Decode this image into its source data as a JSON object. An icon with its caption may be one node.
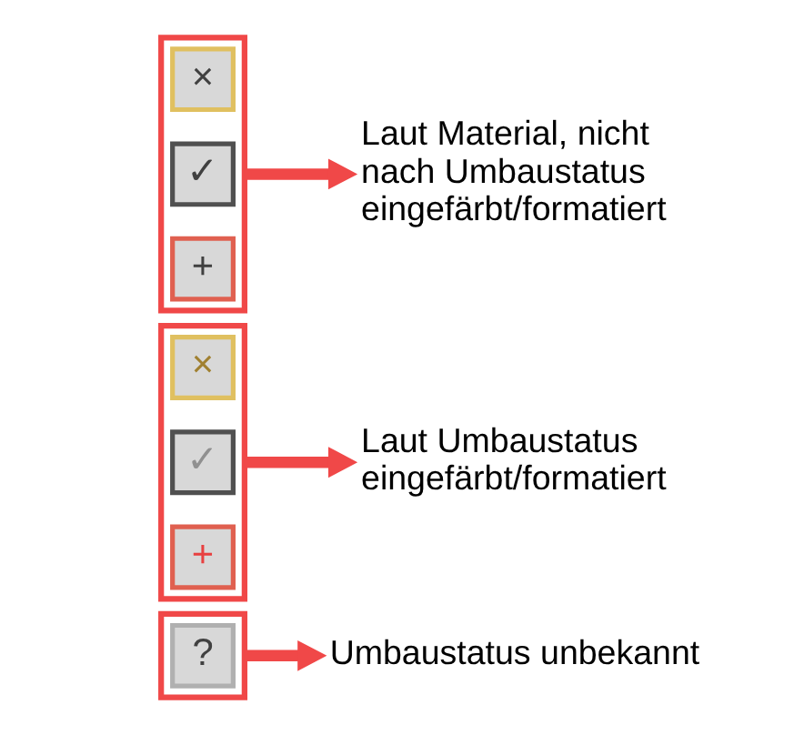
{
  "diagram": {
    "nodes": [
      {
        "text": [],
        "shape": "box"
      },
      {
        "text": [
          "?"
        ],
        "in": 0
      },
      {
        "text": [
          "Umbaustatus unbekannt"
        ]
      },
      {
        "text": [],
        "shape": "box"
      },
      {
        "text": [
          "×"
        ],
        "in": 3
      },
      {
        "text": [
          "✓"
        ],
        "in": 3
      },
      {
        "text": [
          "+"
        ],
        "in": 3
      },
      {
        "text": [
          "Laut Umbaustatus eingefärbt/formatiert"
        ]
      },
      {
        "text": [],
        "shape": "box"
      },
      {
        "text": [
          "×"
        ],
        "in": 8
      },
      {
        "text": [
          "✓"
        ],
        "in": 8
      },
      {
        "text": [
          "+"
        ],
        "in": 8
      },
      {
        "text": [
          "Laut Material, nicht nach Umbaustatus eingefärbt/formatiert"
        ]
      }
    ],
    "edges": [
      {
        "from": 0,
        "to": 2,
        "arrow": "to"
      },
      {
        "from": 3,
        "to": 7,
        "arrow": "to"
      },
      {
        "from": 8,
        "to": 12,
        "arrow": "to"
      }
    ]
  }
}
